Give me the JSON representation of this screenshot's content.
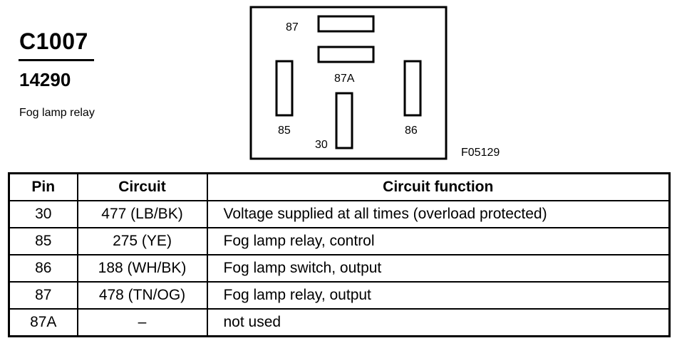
{
  "connector": {
    "id": "C1007",
    "part_number": "14290",
    "description": "Fog lamp relay",
    "figure_code": "F05129"
  },
  "diagram": {
    "terminal_labels": {
      "t87": "87",
      "t87a": "87A",
      "t85": "85",
      "t30": "30",
      "t86": "86"
    }
  },
  "table": {
    "headers": {
      "pin": "Pin",
      "circuit": "Circuit",
      "function": "Circuit function"
    },
    "rows": [
      {
        "pin": "30",
        "circuit": "477 (LB/BK)",
        "function": "Voltage supplied at all times (overload protected)"
      },
      {
        "pin": "85",
        "circuit": "275 (YE)",
        "function": "Fog lamp relay, control"
      },
      {
        "pin": "86",
        "circuit": "188 (WH/BK)",
        "function": "Fog lamp switch, output"
      },
      {
        "pin": "87",
        "circuit": "478 (TN/OG)",
        "function": "Fog lamp relay, output"
      },
      {
        "pin": "87A",
        "circuit": "–",
        "function": "not used"
      }
    ]
  }
}
